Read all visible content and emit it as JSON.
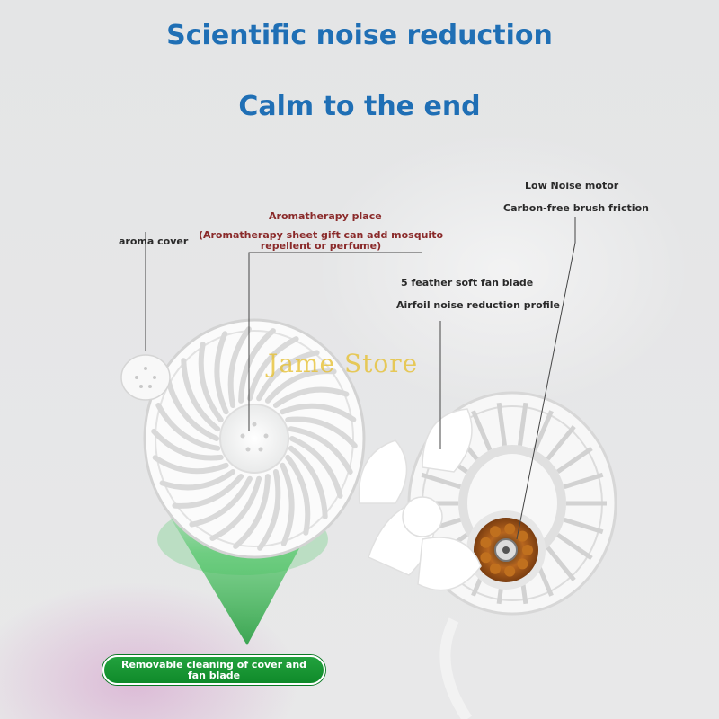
{
  "headline": {
    "line1": "Scientific noise reduction",
    "line2": "Calm to the end"
  },
  "labels": {
    "aroma_cover": "aroma cover",
    "aromatherapy_place": "Aromatherapy place",
    "aromatherapy_note": "(Aromatherapy sheet gift can add mosquito repellent or perfume)",
    "motor_line1": "Low Noise motor",
    "motor_line2": "Carbon-free brush friction",
    "blade_line1": "5 feather soft fan blade",
    "blade_line2": "Airfoil noise reduction profile"
  },
  "badge": {
    "text": "Removable cleaning of cover and fan blade"
  },
  "watermark": "Jame Store",
  "colors": {
    "headline": "#1f6fb5",
    "badge_green": "#1a9a36",
    "accent_red": "#8a2a2a",
    "watermark_gold": "#e6be28"
  }
}
